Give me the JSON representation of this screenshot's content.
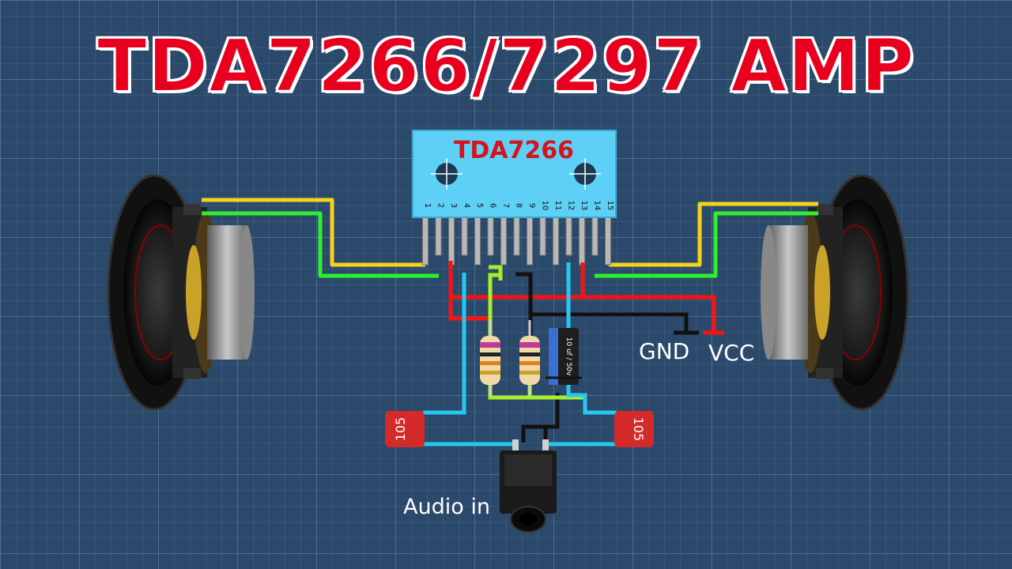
{
  "title": "TDA7266/7297 AMP",
  "ic": {
    "label": "TDA7266",
    "pins": [
      "1",
      "2",
      "3",
      "4",
      "5",
      "6",
      "7",
      "8",
      "9",
      "10",
      "11",
      "12",
      "13",
      "14",
      "15"
    ]
  },
  "labels": {
    "gnd": "GND",
    "vcc": "VCC",
    "audio_in": "Audio in"
  },
  "capacitors": {
    "left_label": "105",
    "right_label": "105",
    "electrolytic_label": "10 uf / 50v"
  },
  "colors": {
    "title": "#e8001e",
    "background": "#2b4a6b",
    "ic_body": "#5fd0f5",
    "wire_yellow": "#f5d21e",
    "wire_green": "#2ef02e",
    "wire_red": "#ff1010",
    "wire_cyan": "#27c8f0",
    "wire_lime": "#a5ef2a",
    "wire_black": "#111111"
  }
}
